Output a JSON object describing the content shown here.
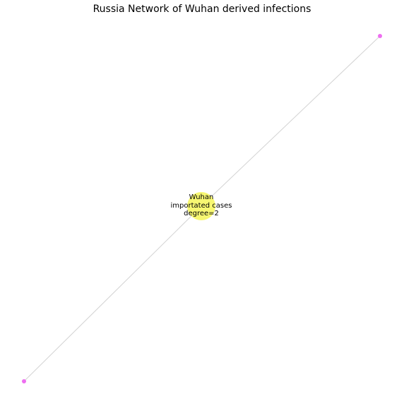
{
  "title": "Russia Network of Wuhan derived infections",
  "graph": {
    "nodes": [
      {
        "id": "wuhan",
        "kind": "hub",
        "label_lines": [
          "Wuhan",
          "importated cases",
          "degree=2"
        ],
        "color": "#f7f76a"
      },
      {
        "id": "case-1",
        "kind": "leaf",
        "color": "#ee6ef0"
      },
      {
        "id": "case-2",
        "kind": "leaf",
        "color": "#ee6ef0"
      }
    ],
    "edges": [
      {
        "from": "wuhan",
        "to": "case-1"
      },
      {
        "from": "wuhan",
        "to": "case-2"
      }
    ],
    "edge_color": "#d3d3d3"
  }
}
